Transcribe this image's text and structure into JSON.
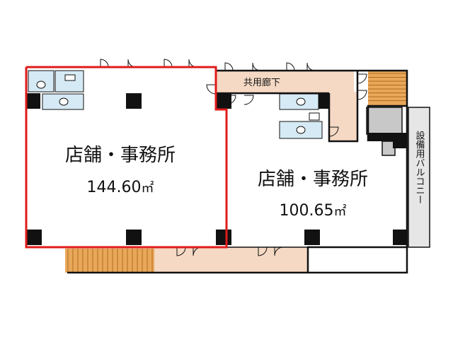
{
  "units": [
    {
      "label": "店舗・事務所",
      "area_number": "144.60",
      "area_unit": "㎡"
    },
    {
      "label": "店舗・事務所",
      "area_number": "100.65",
      "area_unit": "㎡"
    }
  ],
  "corridor_label": "共用廊下",
  "balcony_label": "設備用バルコニー",
  "colors": {
    "wall": "#111111",
    "corridor_fill": "#f5d9c4",
    "stair_fill": "#e8a85a",
    "stair_line": "#b36a1e",
    "utility_fill": "#c8c8c8",
    "balcony_fill": "#e6e6e6",
    "fixture_fill": "#d6eaf5",
    "highlight": "#e01b1b"
  }
}
